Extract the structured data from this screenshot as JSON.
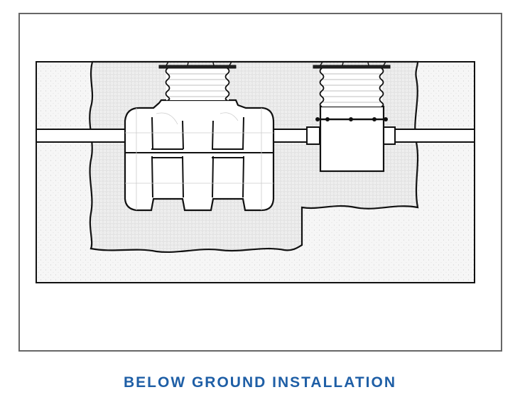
{
  "caption": "BELOW GROUND INSTALLATION",
  "colors": {
    "caption": "#1f5fa6",
    "frame": "#666666",
    "outline": "#111111",
    "native_soil": "#f4f4f4",
    "backfill": "#e2e2e2"
  },
  "components": [
    "tank",
    "tank-riser",
    "distribution-box",
    "box-riser",
    "inlet-pipe",
    "connecting-pipe",
    "outlet-pipe",
    "backfill",
    "native-soil"
  ]
}
